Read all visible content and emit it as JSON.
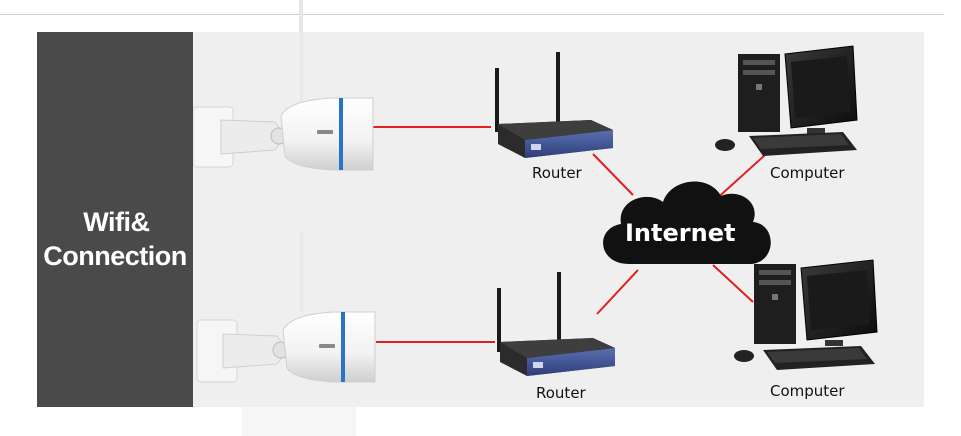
{
  "panel": {
    "title_line1": "Wifi&",
    "title_line2": "Connection"
  },
  "nodes": {
    "router_top": "Router",
    "router_bottom": "Router",
    "cloud": "Internet",
    "computer_top": "Computer",
    "computer_bottom": "Computer"
  },
  "colors": {
    "link": "#e02020",
    "panel": "#4a4a4a",
    "cloud": "#111111",
    "canvas": "#efefef"
  }
}
